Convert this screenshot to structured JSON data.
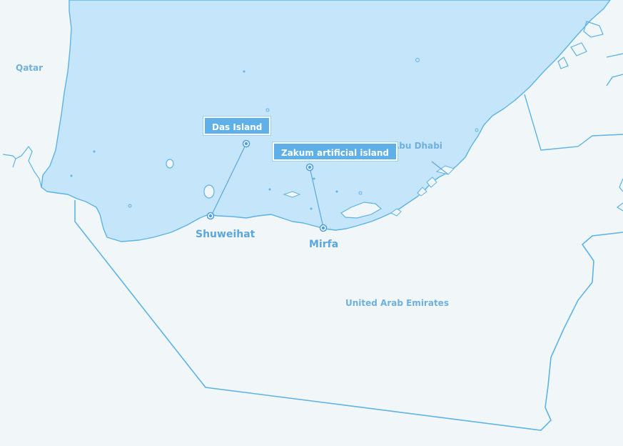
{
  "map": {
    "countries": {
      "qatar": "Qatar",
      "uae": "United Arab Emirates"
    },
    "places": {
      "abu_dhabi": "Abu Dhabi",
      "shuweihat": "Shuweihat",
      "mirfa": "Mirfa"
    },
    "callouts": {
      "das_island": "Das Island",
      "zakum": "Zakum artificial island"
    },
    "colors": {
      "sea": "#c5e5fa",
      "land": "#f1f6f9",
      "border": "#5cb3e6",
      "callout": "#5fb0e8",
      "marker": "#4a9fdc"
    }
  }
}
